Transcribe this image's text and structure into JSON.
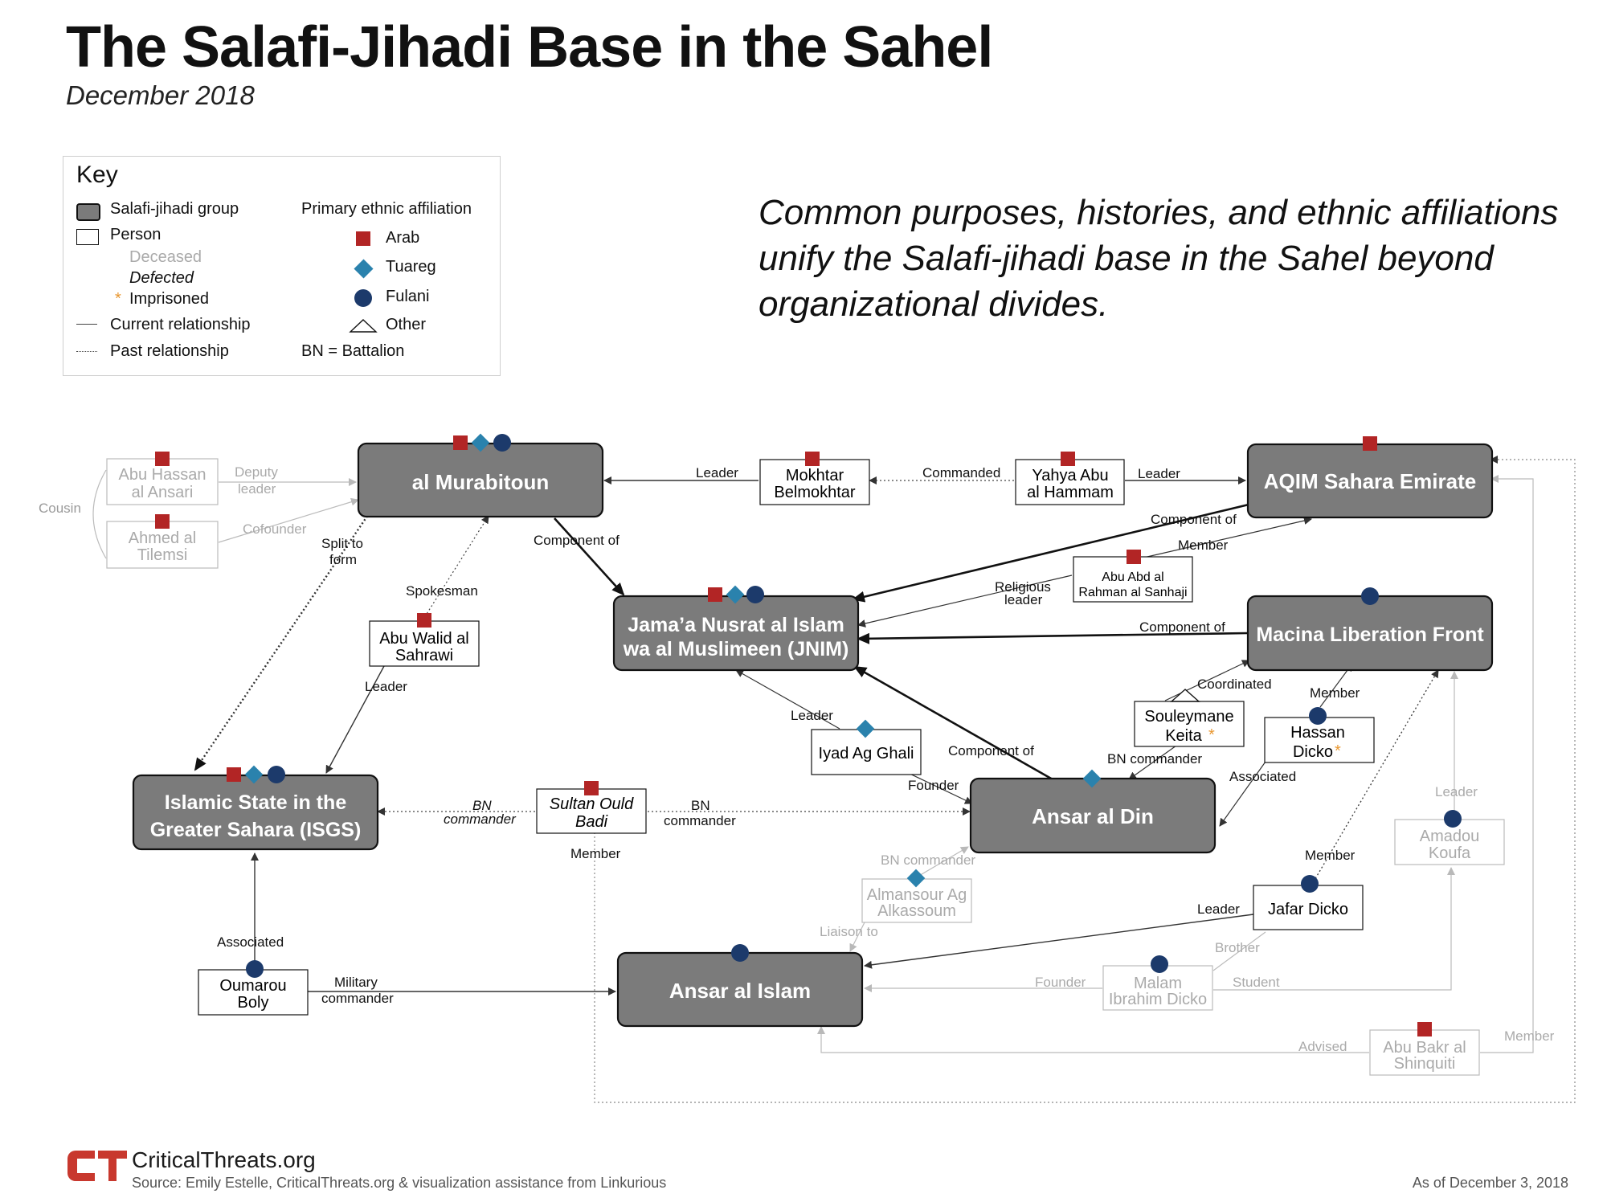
{
  "title": "The Salafi-Jihadi Base in the Sahel",
  "subtitle": "December 2018",
  "tagline": "Common purposes, histories, and ethnic affiliations unify the Salafi-jihadi base in the Sahel beyond organizational divides.",
  "key": {
    "heading": "Key",
    "group": "Salafi-jihadi group",
    "person": "Person",
    "deceased": "Deceased",
    "defected": "Defected",
    "imprisoned_mark": "*",
    "imprisoned": "Imprisoned",
    "current": "Current relationship",
    "past": "Past relationship",
    "ethnic_heading": "Primary ethnic affiliation",
    "arab": "Arab",
    "tuareg": "Tuareg",
    "fulani": "Fulani",
    "other": "Other",
    "bn": "BN = Battalion"
  },
  "colors": {
    "arab": "#b22525",
    "tuareg": "#2a82ad",
    "fulani": "#1c3a6b",
    "group_fill": "#7b7b7b",
    "imprisoned": "#e8962f",
    "logo": "#c8382e"
  },
  "groups": {
    "murabitoun": "al Murabitoun",
    "aqim": "AQIM Sahara Emirate",
    "jnim_1": "Jama’a Nusrat al Islam",
    "jnim_2": "wa al  Muslimeen (JNIM)",
    "macina": "Macina Liberation Front",
    "isgs_1": "Islamic State in the",
    "isgs_2": "Greater Sahara (ISGS)",
    "ansar_din": "Ansar al Din",
    "ansar_islam": "Ansar al Islam"
  },
  "people": {
    "abu_hassan_1": "Abu Hassan",
    "abu_hassan_2": "al Ansari",
    "ahmed_1": "Ahmed al",
    "ahmed_2": "Tilemsi",
    "mokhtar_1": "Mokhtar",
    "mokhtar_2": "Belmokhtar",
    "yahya_1": "Yahya Abu",
    "yahya_2": "al Hammam",
    "abu_abd_1": "Abu Abd al",
    "abu_abd_2": "Rahman al Sanhaji",
    "abu_walid_1": "Abu Walid al",
    "abu_walid_2": "Sahrawi",
    "souleymane_1": "Souleymane",
    "souleymane_2": "Keita",
    "hassan_1": "Hassan",
    "hassan_2": "Dicko",
    "iyad": "Iyad Ag Ghali",
    "sultan_1": "Sultan Ould",
    "sultan_2": "Badi",
    "amadou_1": "Amadou",
    "amadou_2": "Koufa",
    "almansour_1": "Almansour Ag",
    "almansour_2": "Alkassoum",
    "jafar": "Jafar Dicko",
    "oumarou_1": "Oumarou",
    "oumarou_2": "Boly",
    "malam_1": "Malam",
    "malam_2": "Ibrahim Dicko",
    "abu_bakr_1": "Abu Bakr al",
    "abu_bakr_2": "Shinquiti"
  },
  "labels": {
    "cousin": "Cousin",
    "deputy_leader_1": "Deputy",
    "deputy_leader_2": "leader",
    "cofounder": "Cofounder",
    "split_1": "Split to",
    "split_2": "form",
    "component_of": "Component  of",
    "spokesman": "Spokesman",
    "leader": "Leader",
    "commanded": "Commanded",
    "component_of_2": "Component of",
    "member": "Member",
    "religious_1": "Religious",
    "religious_2": "leader",
    "coordinated": "Coordinated",
    "bn_commander": "BN commander",
    "associated": "Associated",
    "founder": "Founder",
    "bn_1": "BN",
    "bn_2": "commander",
    "military_1": "Military",
    "military_2": "commander",
    "liaison": "Liaison to",
    "brother": "Brother",
    "student": "Student",
    "advised": "Advised"
  },
  "footer": {
    "brand": "CriticalThreats.org",
    "source": "Source: Emily Estelle, CriticalThreats.org & visualization assistance from Linkurious",
    "date": "As of December 3, 2018"
  }
}
